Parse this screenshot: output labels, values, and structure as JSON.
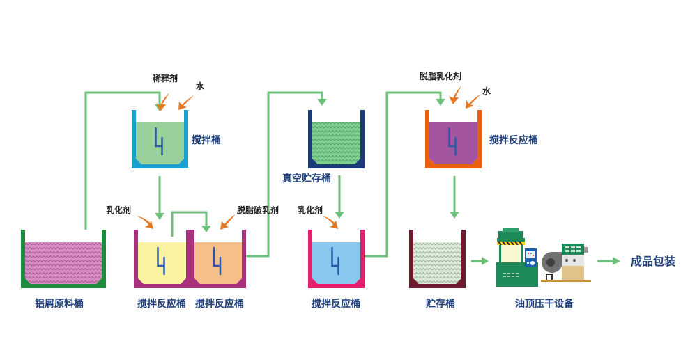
{
  "title": "铝屑除油工艺流程",
  "colors": {
    "flow_line": "#6cc07a",
    "additive_arrow": "#e87722",
    "label_text": "#1f3f7a",
    "additive_text": "#222222",
    "stirrer": "#2b5aa8"
  },
  "tanks": [
    {
      "id": "raw",
      "label": "铝屑原料桶",
      "wall": "#1e8a3c",
      "fill": "#d88ec4",
      "pattern": "wave",
      "stirrer": false
    },
    {
      "id": "mix1",
      "label": "搅拌桶",
      "wall": "#1aa0d0",
      "fill": "#98d29a",
      "pattern": "none",
      "stirrer": true
    },
    {
      "id": "react1",
      "label": "搅拌反应桶",
      "wall": "#a8307c",
      "fill": "#fbf3a0",
      "pattern": "none",
      "stirrer": true
    },
    {
      "id": "react2",
      "label": "搅拌反应桶",
      "wall": "#a8307c",
      "fill": "#f6bf8a",
      "pattern": "none",
      "stirrer": true
    },
    {
      "id": "vacuum",
      "label": "真空贮存桶",
      "wall": "#1b3b78",
      "fill": "#7fcf90",
      "pattern": "wave",
      "stirrer": false
    },
    {
      "id": "react3",
      "label": "搅拌反应桶",
      "wall": "#e0206c",
      "fill": "#88c8ee",
      "pattern": "none",
      "stirrer": true
    },
    {
      "id": "react4",
      "label": "搅拌反应桶",
      "wall": "#ea6010",
      "fill": "#a455a0",
      "pattern": "none",
      "stirrer": true
    },
    {
      "id": "storage",
      "label": "贮存桶",
      "wall": "#6e1a2e",
      "fill": "#dcebd8",
      "pattern": "wave",
      "stirrer": false
    }
  ],
  "additives": {
    "diluent": "稀释剂",
    "water1": "水",
    "emulsifier1": "乳化剂",
    "demulsifier": "脱脂破乳剂",
    "emulsifier2": "乳化剂",
    "degrease_emulsifier": "脱脂乳化剂",
    "water2": "水"
  },
  "equipment": {
    "label": "油顶压干设备"
  },
  "final": {
    "label": "成品包装"
  }
}
